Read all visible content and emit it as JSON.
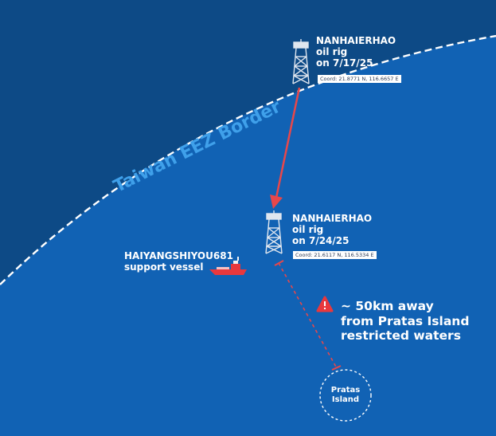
{
  "colors": {
    "outer_sea": "#0d4a86",
    "inner_sea": "#1162b4",
    "border_line": "#ffffff",
    "arrow": "#e8474a",
    "vessel": "#e8383d",
    "eez_label": "#3fa0ea",
    "warning_icon": "#e8383d"
  },
  "eez_border": {
    "label": "Taiwan EEZ Border"
  },
  "rigs": [
    {
      "name": "NANHAIERHAO",
      "type": "oil rig",
      "date": "on 7/17/25",
      "coord": "Coord: 21.8771 N, 116.6657 E"
    },
    {
      "name": "NANHAIERHAO",
      "type": "oil rig",
      "date": "on 7/24/25",
      "coord": "Coord: 21.6117 N, 116.5334 E"
    }
  ],
  "vessel": {
    "name": "HAIYANGSHIYOU681",
    "type": "support vessel"
  },
  "warning": {
    "line1": "~ 50km away",
    "line2": "from Pratas Island",
    "line3": "restricted waters"
  },
  "island": {
    "line1": "Pratas",
    "line2": "Island"
  }
}
